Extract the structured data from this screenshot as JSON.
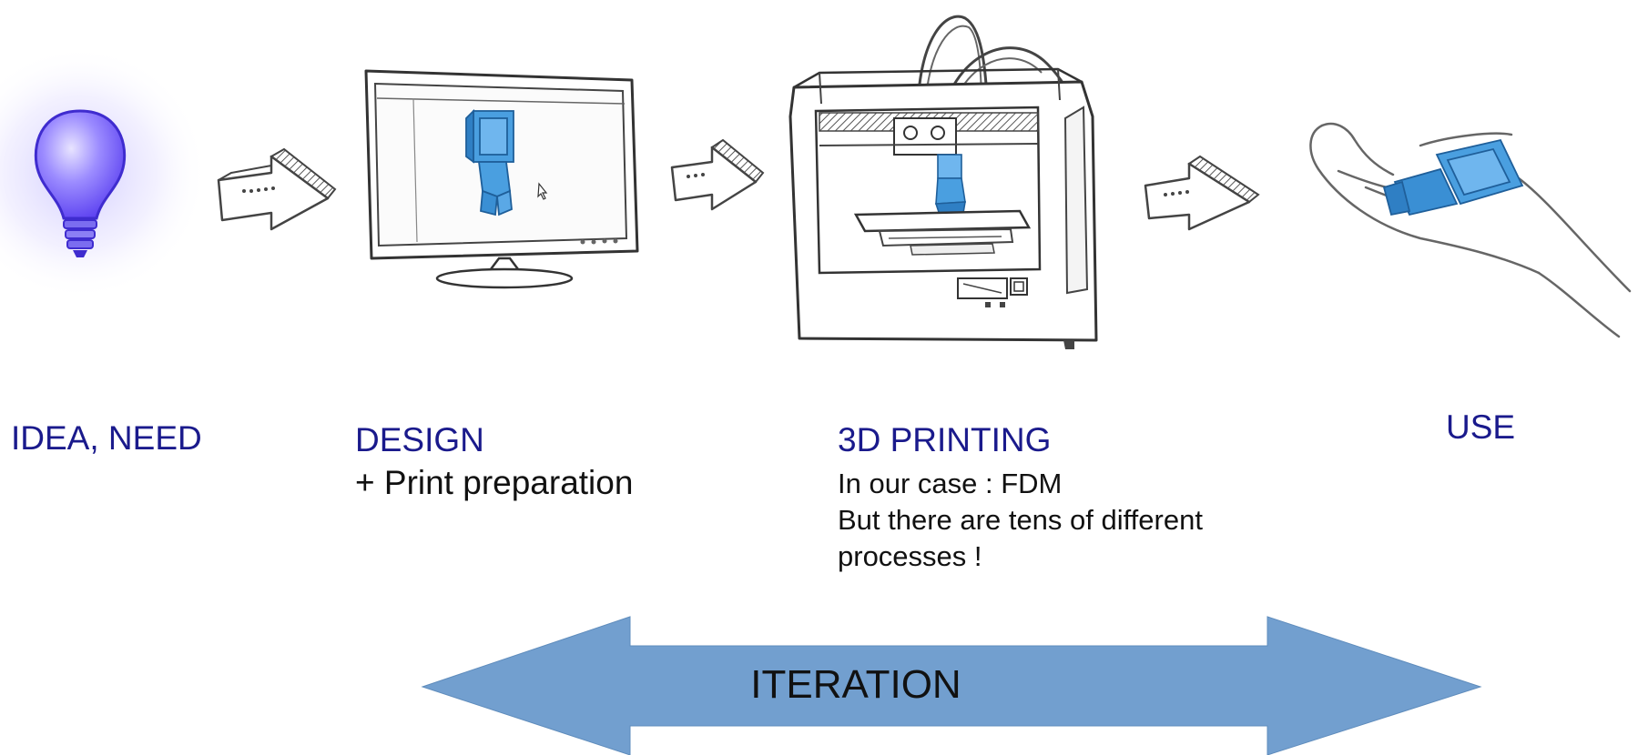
{
  "stages": [
    {
      "id": "idea",
      "title": "IDEA, NEED",
      "notes": []
    },
    {
      "id": "design",
      "title": "DESIGN",
      "notes": [
        "+ Print preparation"
      ]
    },
    {
      "id": "printing",
      "title": "3D PRINTING",
      "notes": [
        "In our case : FDM",
        "But there are tens of different",
        "processes !"
      ]
    },
    {
      "id": "use",
      "title": "USE",
      "notes": []
    }
  ],
  "iteration": {
    "label": "ITERATION"
  },
  "colors": {
    "title_text": "#1a1a8c",
    "body_text": "#111111",
    "iteration_arrow": "#729fcf",
    "model_blue": "#4a9fe0",
    "bulb_violet": "#6a5cf0",
    "sketch_line": "#444444"
  },
  "icons": [
    "lightbulb-icon",
    "computer-monitor-icon",
    "3d-printer-icon",
    "hand-holding-object-icon",
    "arrow-right-icon"
  ]
}
